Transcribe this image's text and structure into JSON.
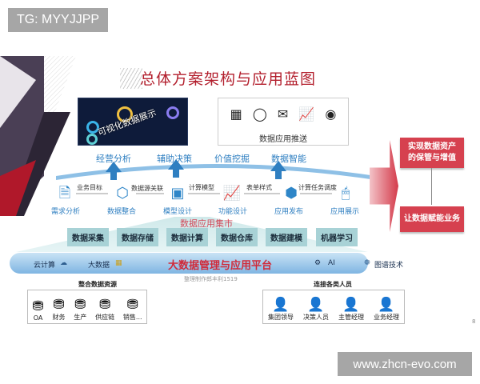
{
  "watermark_top": "TG: MYYJJPP",
  "watermark_bottom": "www.zhcn-evo.com",
  "title": "总体方案架构与应用蓝图",
  "dashboard": {
    "label": "可视化数据展示"
  },
  "push": {
    "label": "数据应用推送",
    "icons": [
      "message-icon",
      "chat-bubble-icon",
      "mail-icon",
      "trend-chart-icon",
      "note-icon"
    ]
  },
  "value_labels": [
    "经营分析",
    "辅助决策",
    "价值挖掘",
    "数据智能"
  ],
  "flow": {
    "steps": [
      {
        "label": "需求分析",
        "icon": "document-upload-icon"
      },
      {
        "label": "数据整合",
        "icon": "hexagon-data-icon"
      },
      {
        "label": "模型设计",
        "icon": "cubes-icon"
      },
      {
        "label": "功能设计",
        "icon": "line-chart-icon"
      },
      {
        "label": "应用发布",
        "icon": "box-icon"
      },
      {
        "label": "应用展示",
        "icon": "monitor-clock-icon"
      }
    ],
    "edges": [
      "业务目标",
      "数据源关联",
      "计算模型",
      "表单样式",
      "计算任务调度"
    ]
  },
  "mart": {
    "title": "数据应用集市",
    "modules": [
      "数据采集",
      "数据存储",
      "数据计算",
      "数据仓库",
      "数据建模",
      "机器学习"
    ]
  },
  "platform": {
    "title": "大数据管理与应用平台",
    "left": [
      "云计算",
      "大数据"
    ],
    "right": [
      "AI",
      "图谱技术"
    ]
  },
  "credit": "整理制作郎丰利1519",
  "sources": {
    "title": "整合数据资源",
    "items": [
      "OA",
      "财务",
      "生产",
      "供应链",
      "销售..."
    ]
  },
  "people": {
    "title": "连接各类人员",
    "items": [
      "集团领导",
      "决策人员",
      "主管经理",
      "业务经理"
    ]
  },
  "outcomes": [
    "实现数据资产的保管与增值",
    "让数据赋能业务"
  ],
  "page_number": "8",
  "colors": {
    "accent_red": "#d6414f",
    "title_red": "#b3202e",
    "blue": "#2f7fc1",
    "teal": "#a8d2d6"
  }
}
